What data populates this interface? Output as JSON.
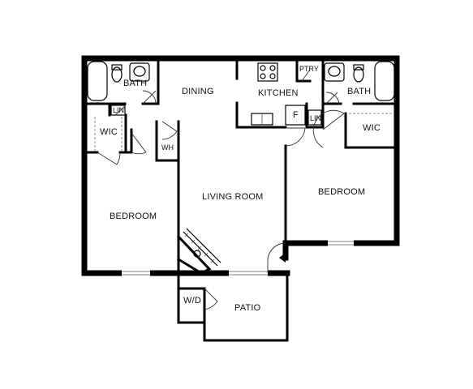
{
  "floorplan": {
    "rooms": {
      "bath_left": "BATH",
      "lin_left": "LIN",
      "wic_left": "WIC",
      "dining": "DINING",
      "kitchen": "KITCHEN",
      "pantry": "PTRY",
      "bath_right": "BATH",
      "fridge": "F",
      "lin_right": "LIN",
      "wic_right": "WIC",
      "water_heater": "WH",
      "living_room": "LIVING ROOM",
      "bedroom_right": "BEDROOM",
      "bedroom_left": "BEDROOM",
      "washer_dryer": "W/D",
      "patio": "PATIO"
    },
    "icons": {
      "fireplace": "fireplace-icon",
      "entry": "entry-arrow-icon"
    }
  }
}
